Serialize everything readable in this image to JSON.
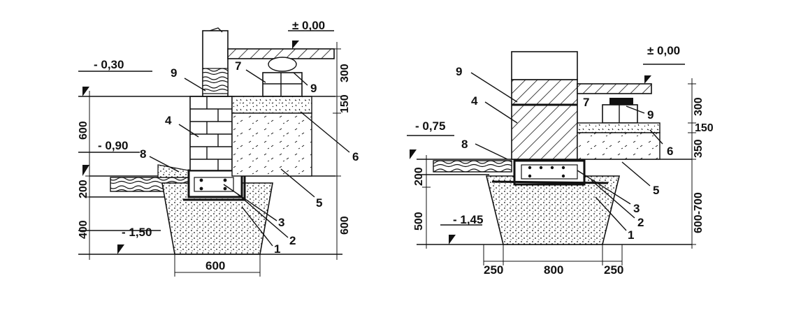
{
  "left_detail": {
    "levels": {
      "top": "± 0,00",
      "a": "- 0,30",
      "b": "- 0,90",
      "c": "- 1,50"
    },
    "dims_left": [
      "600",
      "200",
      "400"
    ],
    "dims_right": [
      "300",
      "150",
      "600"
    ],
    "dim_bottom": "600",
    "callouts": [
      "9",
      "7",
      "9",
      "4",
      "8",
      "6",
      "5",
      "3",
      "2",
      "1"
    ]
  },
  "right_detail": {
    "levels": {
      "top": "± 0,00",
      "a": "- 0,75",
      "c": "- 1,45"
    },
    "dims_left": [
      "200",
      "500"
    ],
    "dims_right": [
      "300",
      "150",
      "350",
      "600-700"
    ],
    "dims_bottom": [
      "250",
      "800",
      "250"
    ],
    "callouts": [
      "9",
      "4",
      "8",
      "7",
      "9",
      "6",
      "5",
      "3",
      "2",
      "1"
    ]
  }
}
